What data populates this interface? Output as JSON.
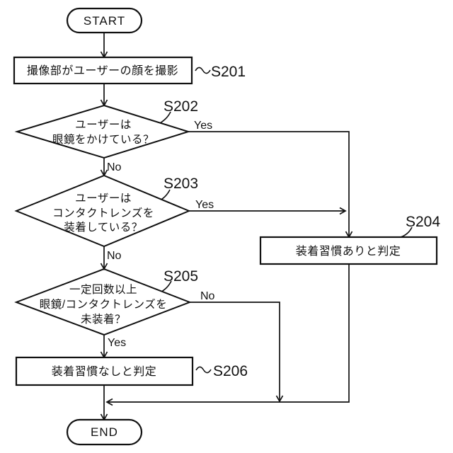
{
  "colors": {
    "background": "#ffffff",
    "line": "#111111",
    "text": "#111111"
  },
  "flowchart": {
    "start": {
      "label": "START"
    },
    "s201": {
      "step": "S201",
      "label": "撮像部がユーザーの顔を撮影"
    },
    "s202": {
      "step": "S202",
      "lines": [
        "ユーザーは",
        "眼鏡をかけている？"
      ],
      "yes": "Yes",
      "no": "No"
    },
    "s203": {
      "step": "S203",
      "lines": [
        "ユーザーは",
        "コンタクトレンズを",
        "装着している？"
      ],
      "yes": "Yes",
      "no": "No"
    },
    "s204": {
      "step": "S204",
      "label": "装着習慣ありと判定"
    },
    "s205": {
      "step": "S205",
      "lines": [
        "一定回数以上",
        "眼鏡/コンタクトレンズを",
        "未装着？"
      ],
      "no": "No",
      "yes": "Yes"
    },
    "s206": {
      "step": "S206",
      "label": "装着習慣なしと判定"
    },
    "end": {
      "label": "END"
    }
  }
}
